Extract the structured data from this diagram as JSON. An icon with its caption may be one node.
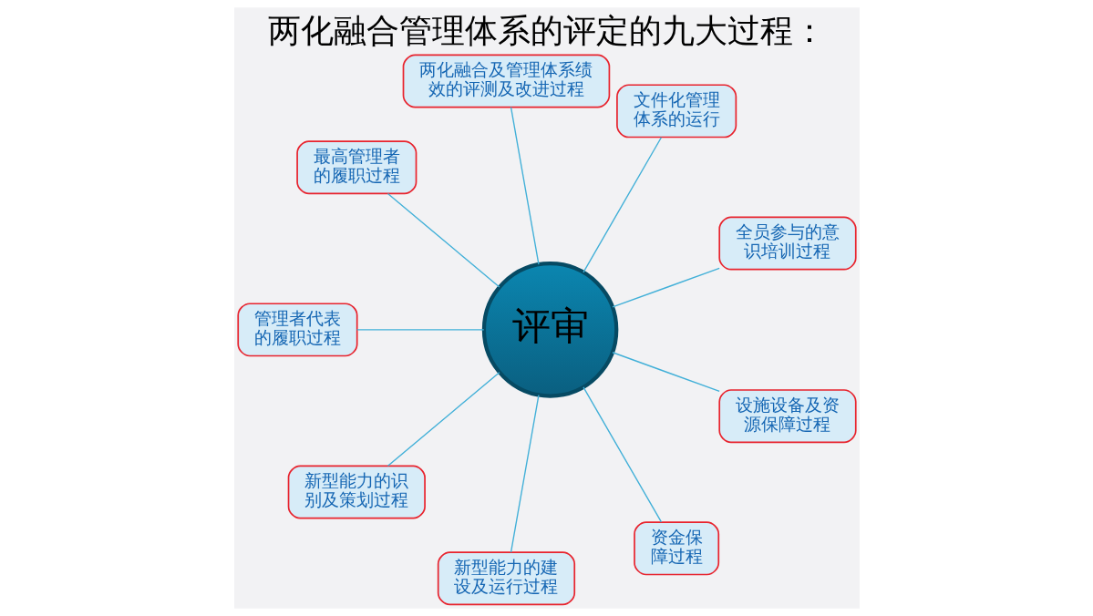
{
  "diagram": {
    "title": "两化融合管理体系的评定的九大过程：",
    "nodes": [
      {
        "text": [
          "评审"
        ]
      },
      {
        "text": [
          "两化融合及管理体系绩效的评测及改进过程"
        ]
      },
      {
        "text": [
          "最高管理者的履职过程"
        ]
      },
      {
        "text": [
          "文件化管理体系的运行"
        ]
      },
      {
        "text": [
          "管理者代表的履职过程"
        ]
      },
      {
        "text": [
          "全员参与的意识培训过程"
        ]
      },
      {
        "text": [
          "新型能力的识别及策划过程"
        ]
      },
      {
        "text": [
          "设施设备及资源保障过程"
        ]
      },
      {
        "text": [
          "新型能力的建设及运行过程"
        ]
      },
      {
        "text": [
          "资金保障过程"
        ]
      }
    ],
    "edges": [
      {
        "from": 0,
        "to": 1,
        "arrow": "none"
      },
      {
        "from": 0,
        "to": 3,
        "arrow": "none"
      },
      {
        "from": 0,
        "to": 5,
        "arrow": "none"
      },
      {
        "from": 0,
        "to": 7,
        "arrow": "none"
      },
      {
        "from": 0,
        "to": 9,
        "arrow": "none"
      },
      {
        "from": 0,
        "to": 8,
        "arrow": "none"
      },
      {
        "from": 0,
        "to": 6,
        "arrow": "none"
      },
      {
        "from": 0,
        "to": 4,
        "arrow": "none"
      },
      {
        "from": 0,
        "to": 2,
        "arrow": "none"
      }
    ]
  }
}
